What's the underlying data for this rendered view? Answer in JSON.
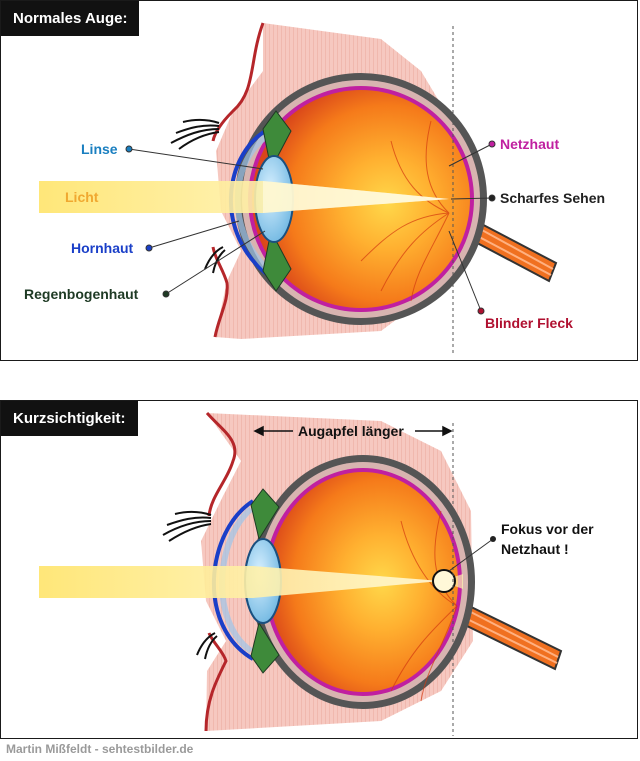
{
  "top": {
    "title": "Normales Auge:",
    "labels": {
      "linse": "Linse",
      "licht": "Licht",
      "hornhaut": "Hornhaut",
      "regenbogenhaut": "Regenbogenhaut",
      "netzhaut": "Netzhaut",
      "scharfes_sehen": "Scharfes Sehen",
      "blinder_fleck": "Blinder Fleck"
    }
  },
  "bottom": {
    "title": "Kurzsichtigkeit:",
    "augapfel": "Augapfel länger",
    "fokus_line1": "Fokus vor der",
    "fokus_line2": "Netzhaut !"
  },
  "credit": "Martin Mißfeldt - sehtestbilder.de",
  "colors": {
    "linse": "#1a7fc0",
    "licht": "#f0a830",
    "hornhaut": "#1a3fc8",
    "regenbogenhaut": "#1e3a24",
    "netzhaut": "#c020a0",
    "scharfes_sehen": "#222222",
    "blinder_fleck": "#b01030"
  }
}
